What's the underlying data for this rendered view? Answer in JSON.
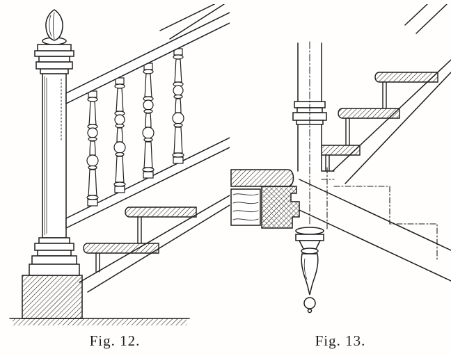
{
  "page": {
    "background_color": "#fffefc",
    "ink_color": "#1c1c1c",
    "kind": "book engraving plate, two stair-construction details"
  },
  "figures": [
    {
      "caption": "Fig. 12.",
      "name": "engraving of a staircase newel post with acorn finial, four turned balusters between handrail and lower rail, two hatched steps and hatched plinth block on ground line"
    },
    {
      "caption": "Fig. 13.",
      "name": "engraving of a winding-stair newel in section: hatched winder treads, hatched landing trimmer with moulded edge, turned pendant drop finial below, hidden steps shown dash-dotted"
    }
  ]
}
